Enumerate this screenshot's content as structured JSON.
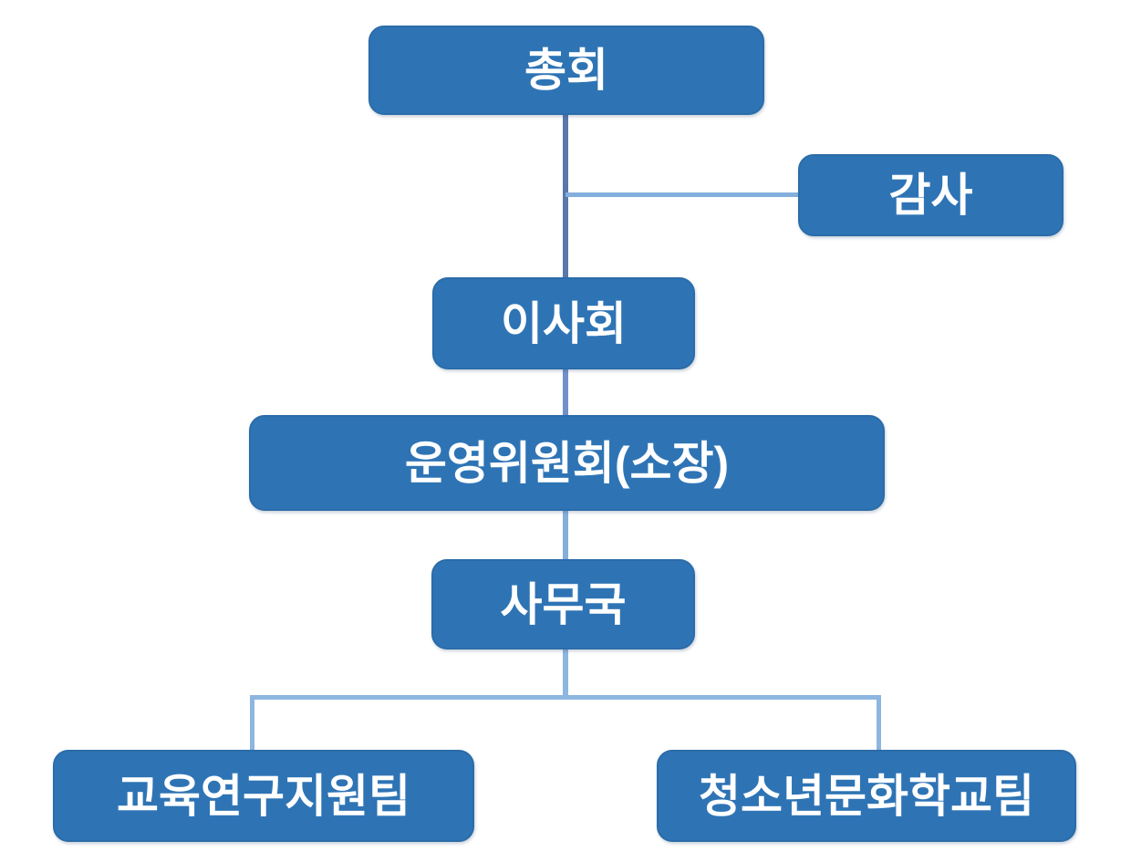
{
  "chart": {
    "type": "org-chart",
    "nodes": [
      {
        "id": "chonghoe",
        "label": "총회",
        "level": 1
      },
      {
        "id": "gamsa",
        "label": "감사",
        "level": 2
      },
      {
        "id": "isahoe",
        "label": "이사회",
        "level": 2
      },
      {
        "id": "unyeong",
        "label": "운영위원회(소장)",
        "level": 3
      },
      {
        "id": "samuguk",
        "label": "사무국",
        "level": 4
      },
      {
        "id": "team1",
        "label": "교육연구지원팀",
        "level": 5
      },
      {
        "id": "team2",
        "label": "청소년문화학교팀",
        "level": 5
      }
    ],
    "edges": [
      {
        "from": "chonghoe",
        "to": "isahoe"
      },
      {
        "from": "chonghoe",
        "to": "gamsa"
      },
      {
        "from": "isahoe",
        "to": "unyeong"
      },
      {
        "from": "unyeong",
        "to": "samuguk"
      },
      {
        "from": "samuguk",
        "to": "team1"
      },
      {
        "from": "samuguk",
        "to": "team2"
      }
    ],
    "colors": {
      "box_fill": "#2E74B5",
      "box_border": "#2B6CA9",
      "text": "#FFFFFF",
      "line_dark": "#5878AC",
      "line_medium": "#7191CB",
      "line_light": "#84AFDD",
      "line_lighter": "#8DB6E0",
      "bg": "#FFFFFF"
    }
  }
}
